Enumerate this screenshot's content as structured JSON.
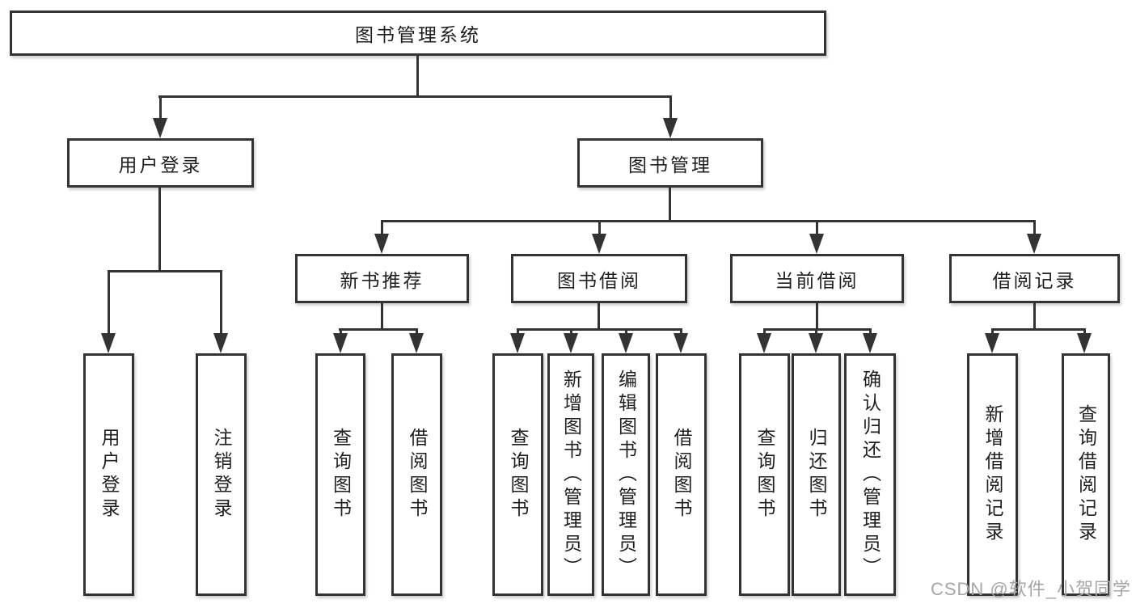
{
  "nodes": {
    "root": {
      "label": "图书管理系统"
    },
    "user_login": {
      "label": "用户登录"
    },
    "book_mgmt": {
      "label": "图书管理"
    },
    "new_book_rec": {
      "label": "新书推荐"
    },
    "book_borrow": {
      "label": "图书借阅"
    },
    "current_borrow": {
      "label": "当前借阅"
    },
    "borrow_record": {
      "label": "借阅记录"
    },
    "leaf_user_login": {
      "label": "用户登录"
    },
    "leaf_logout": {
      "label": "注销登录"
    },
    "leaf_nb_query": {
      "label": "查询图书"
    },
    "leaf_nb_borrow": {
      "label": "借阅图书"
    },
    "leaf_bb_query": {
      "label": "查询图书"
    },
    "leaf_bb_add": {
      "label": "新增图书（管理员）"
    },
    "leaf_bb_edit": {
      "label": "编辑图书（管理员）"
    },
    "leaf_bb_borrow": {
      "label": "借阅图书"
    },
    "leaf_cb_query": {
      "label": "查询图书"
    },
    "leaf_cb_return": {
      "label": "归还图书"
    },
    "leaf_cb_confirm": {
      "label": "确认归还（管理员）"
    },
    "leaf_br_add": {
      "label": "新增借阅记录"
    },
    "leaf_br_query": {
      "label": "查询借阅记录"
    }
  },
  "watermark": {
    "text": "CSDN @软件_小贺同学"
  },
  "colors": {
    "line": "#333333",
    "text": "#1f1f1f",
    "watermark": "#a6a6a6",
    "background": "#ffffff"
  }
}
